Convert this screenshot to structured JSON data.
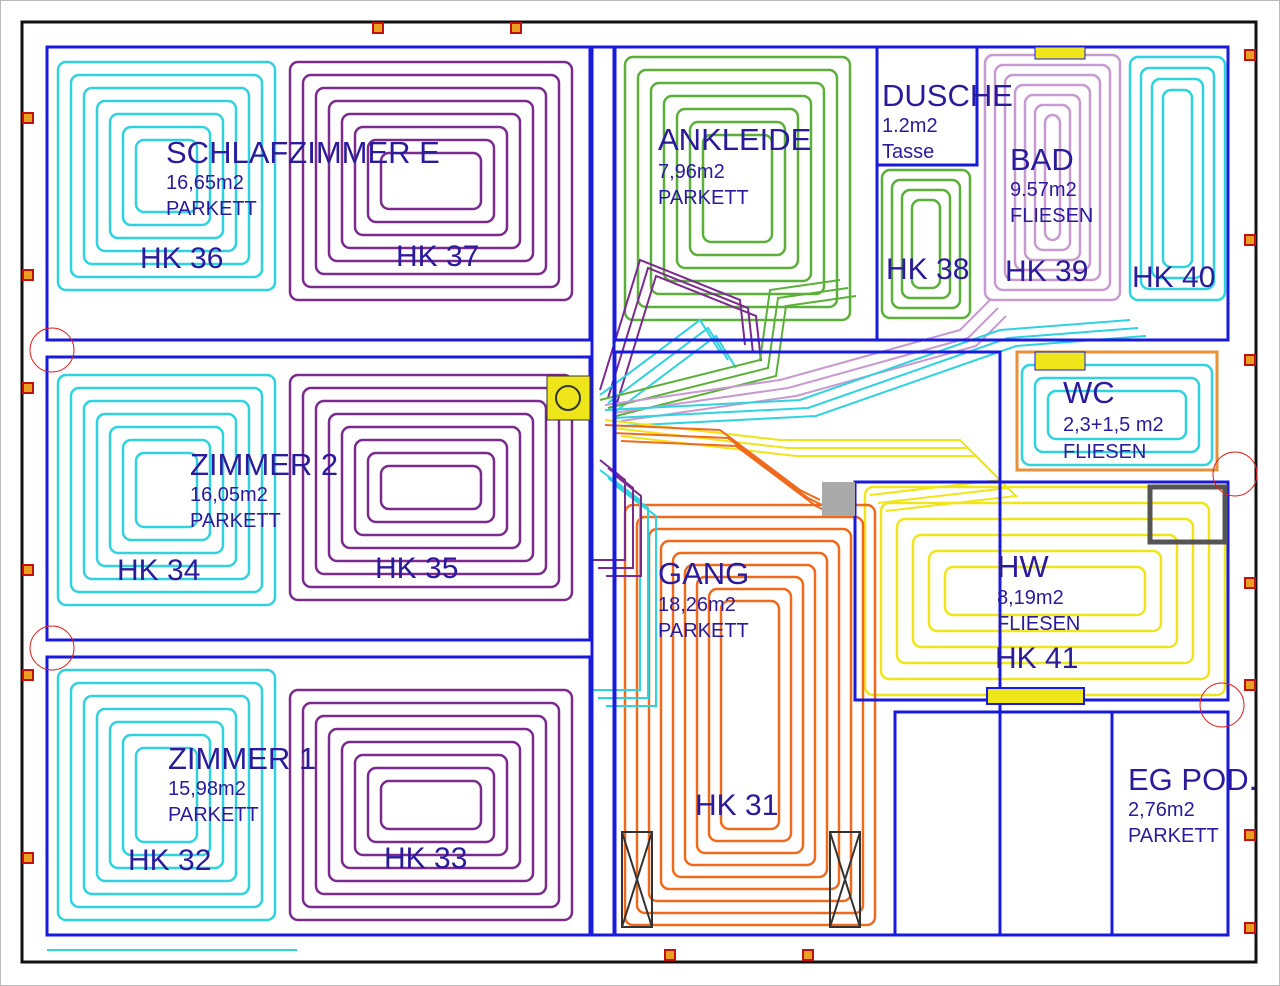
{
  "colors": {
    "wall": "#1a1adc",
    "text": "#2a1a9c",
    "frame": "#111111",
    "cyan": "#2fd3e0",
    "purple": "#7b2a8e",
    "green": "#5cb03a",
    "pink": "#c79ad0",
    "orange": "#f06a1e",
    "yellow": "#eee51a"
  },
  "rooms": [
    {
      "name": "SCHLAFZIMMER E",
      "area": "16,65m2",
      "floor": "PARKETT"
    },
    {
      "name": "ZIMMER 2",
      "area": "16,05m2",
      "floor": "PARKETT"
    },
    {
      "name": "ZIMMER 1",
      "area": "15,98m2",
      "floor": "PARKETT"
    },
    {
      "name": "ANKLEIDE",
      "area": "7,96m2",
      "floor": "PARKETT"
    },
    {
      "name": "DUSCHE",
      "area": "1.2m2",
      "floor": "Tasse"
    },
    {
      "name": "BAD",
      "area": "9.57m2",
      "floor": "FLIESEN"
    },
    {
      "name": "WC",
      "area": "2,3+1,5 m2",
      "floor": "FLIESEN"
    },
    {
      "name": "GANG",
      "area": "18,26m2",
      "floor": "PARKETT"
    },
    {
      "name": "HW",
      "area": "8,19m2",
      "floor": "FLIESEN"
    },
    {
      "name": "EG POD.",
      "area": "2,76m2",
      "floor": "PARKETT"
    }
  ],
  "circuits": [
    {
      "label": "HK 36",
      "color": "cyan"
    },
    {
      "label": "HK 37",
      "color": "purple"
    },
    {
      "label": "HK 34",
      "color": "cyan"
    },
    {
      "label": "HK 35",
      "color": "purple"
    },
    {
      "label": "HK 32",
      "color": "cyan"
    },
    {
      "label": "HK 33",
      "color": "purple"
    },
    {
      "label": "HK 38",
      "color": "green"
    },
    {
      "label": "HK 39",
      "color": "pink"
    },
    {
      "label": "HK 40",
      "color": "cyan"
    },
    {
      "label": "HK 41",
      "color": "yellow"
    },
    {
      "label": "HK 31",
      "color": "orange"
    }
  ]
}
